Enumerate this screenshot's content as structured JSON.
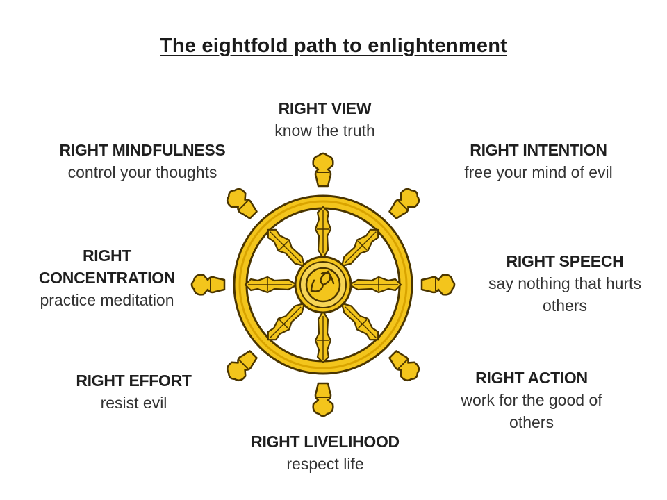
{
  "title": "The eightfold path to enlightenment",
  "colors": {
    "wheel_fill": "#F3C51C",
    "wheel_stroke": "#4A3500",
    "wheel_dark": "#D9A400",
    "center_fill": "#F6D454"
  },
  "wheel_icon": "dharma-wheel-icon",
  "paths": {
    "view": {
      "heading": "RIGHT VIEW",
      "description": "know the truth"
    },
    "intention": {
      "heading": "RIGHT INTENTION",
      "description": "free your mind of evil"
    },
    "speech": {
      "heading": "RIGHT SPEECH",
      "description": "say nothing that hurts others"
    },
    "action": {
      "heading": "RIGHT ACTION",
      "description": "work for the good of others"
    },
    "livelihood": {
      "heading": "RIGHT LIVELIHOOD",
      "description": "respect life"
    },
    "effort": {
      "heading": "RIGHT EFFORT",
      "description": "resist evil"
    },
    "concentration": {
      "heading": "RIGHT CONCENTRATION",
      "description": "practice meditation"
    },
    "mindfulness": {
      "heading": "RIGHT MINDFULNESS",
      "description": "control your thoughts"
    }
  }
}
